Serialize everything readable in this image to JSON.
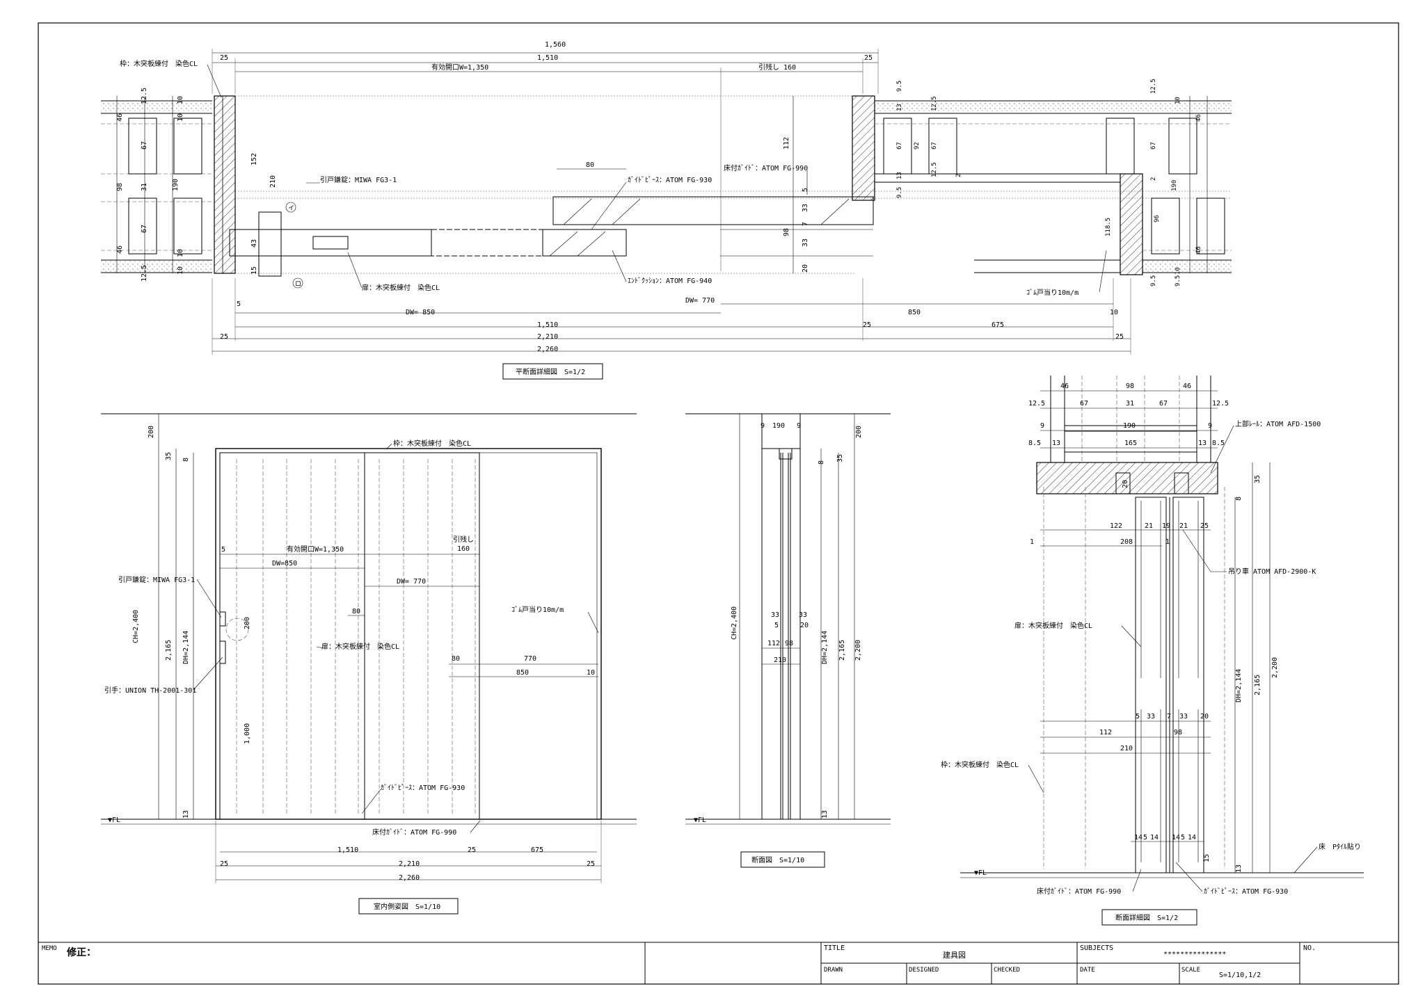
{
  "plan": {
    "title": "平断面詳細図　S=1/2",
    "top_dims": {
      "d1560": "1,560",
      "d1510": "1,510",
      "d25a": "25",
      "d25b": "25",
      "opening": "有効開口W=1,350",
      "pull": "引残し 160"
    },
    "bottom_dims": {
      "dw850": "DW= 850",
      "dw770": "DW= 770",
      "d1510": "1,510",
      "d25": "25",
      "d850": "850",
      "d10": "10",
      "d675": "675",
      "d25b": "25",
      "d25c": "25",
      "d2210": "2,210",
      "d25d": "25",
      "d2260": "2,260",
      "d5": "5"
    },
    "small_dims": {
      "d80": "80",
      "d152": "152",
      "d210": "210",
      "d43": "43",
      "d15": "15",
      "d112": "112",
      "d98": "98",
      "d33": "33",
      "d20": "20",
      "d5": "5",
      "d7": "7",
      "d33b": "33"
    },
    "left_dims": [
      "12.5",
      "46",
      "67",
      "98",
      "31",
      "190",
      "67",
      "46",
      "12.5",
      "10",
      "10",
      "10",
      "10"
    ],
    "right_dims": [
      "9.5",
      "13",
      "12.5",
      "67",
      "92",
      "67",
      "12.5",
      "13",
      "9.5",
      "9.5",
      "12.5",
      "46",
      "67",
      "2",
      "190",
      "96",
      "46",
      "118.5",
      "9.5",
      "10",
      "10",
      "2"
    ],
    "labels": {
      "frame": "枠：木突板練付　染色CL",
      "lock": "引戸鎌錠：MIWA FG3-1",
      "door": "扉：木突板練付　染色CL",
      "guidepiece": "ｶﾞｲﾄﾞﾋﾟｰｽ：ATOM FG-930",
      "floorguide": "床付ｶﾞｲﾄﾞ：ATOM FG-990",
      "endcushion": "ｴﾝﾄﾞｸｯｼｮﾝ：ATOM FG-940",
      "rubber": "ｺﾞﾑ戸当り10m/m",
      "circ_i": "イ",
      "circ_ro": "ロ"
    }
  },
  "elevation": {
    "title": "室内側姿図　S=1/10",
    "labels": {
      "frame": "枠：木突板練付　染色CL",
      "opening": "有効開口W=1,350",
      "pull1": "引残し",
      "pull2": "160",
      "dw850": "DW=850",
      "dw770": "DW= 770",
      "d5": "5",
      "d80": "80",
      "d80b": "80",
      "lock": "引戸鎌錠：MIWA FG3-1",
      "handle": "引手：UNION TH-2001-301",
      "door": "扉：木突板練付　染色CL",
      "rubber": "ｺﾞﾑ戸当り10m/m",
      "d770": "770",
      "d850": "850",
      "d10": "10",
      "d200": "200",
      "d1000": "1,000",
      "guidepiece": "ｶﾞｲﾄﾞﾋﾟｰｽ：ATOM FG-930",
      "floorguide": "床付ｶﾞｲﾄﾞ：ATOM FG-990",
      "fl": "▼FL"
    },
    "vert": {
      "d200": "200",
      "d35": "35",
      "d8": "8",
      "ch": "CH=2,400",
      "d2165": "2,165",
      "dh": "DH=2,144",
      "d13": "13"
    },
    "bottom": {
      "d1510": "1,510",
      "d25": "25",
      "d675": "675",
      "d25a": "25",
      "d2210": "2,210",
      "d25b": "25",
      "d2260": "2,260"
    }
  },
  "section": {
    "title": "断面図　S=1/10",
    "top": {
      "d9a": "9",
      "d190": "190",
      "d9b": "9",
      "d200": "200",
      "d35": "35"
    },
    "mid": {
      "d33a": "33",
      "d33b": "33",
      "d5": "5",
      "d20": "20",
      "d112": "112",
      "d98": "98",
      "d210": "210"
    },
    "vert": {
      "ch": "CH=2,400",
      "dh": "DH=2,144",
      "d2165": "2,165",
      "d2200": "2,200",
      "d8": "8",
      "d13": "13"
    },
    "fl": "▼FL"
  },
  "detail": {
    "title": "断面詳細図　S=1/2",
    "top": {
      "d46a": "46",
      "d98": "98",
      "d46b": "46",
      "d125a": "12.5",
      "d67a": "67",
      "d31": "31",
      "d67b": "67",
      "d125b": "12.5",
      "d9a": "9",
      "d190": "190",
      "d9b": "9",
      "d85a": "8.5",
      "d13a": "13",
      "d165": "165",
      "d13b": "13",
      "d85b": "8.5"
    },
    "mid": {
      "d122": "122",
      "d21a": "21",
      "d19": "19",
      "d21b": "21",
      "d25": "25",
      "d208": "208",
      "d1": "1",
      "d1b": "1",
      "d20": "20",
      "d35": "35",
      "d8": "8"
    },
    "low": {
      "d5": "5",
      "d33a": "33",
      "d7": "7",
      "d33b": "33",
      "d20": "20",
      "d112": "112",
      "d98": "98",
      "d210": "210",
      "d14a": "14",
      "d5a": "5",
      "d14b": "14",
      "d14c": "14",
      "d5b": "5",
      "d14d": "14",
      "d15": "15",
      "d13": "13"
    },
    "vert": {
      "dh": "DH=2,144",
      "d2165": "2,165",
      "d2200": "2,200"
    },
    "labels": {
      "toprail": "上部ﾚｰﾙ：ATOM AFD-1500",
      "hanger": "吊り車 ATOM AFD-2900-K",
      "door": "扉：木突板練付　染色CL",
      "frame": "枠：木突板練付　染色CL",
      "floor": "床　Pﾀｲﾙ貼り",
      "floorguide": "床付ｶﾞｲﾄﾞ：ATOM FG-990",
      "guidepiece": "ｶﾞｲﾄﾞﾋﾟｰｽ：ATOM FG-930",
      "fl": "▼FL"
    }
  },
  "titleblock": {
    "memo_label": "MEMO",
    "memo_text": "修正：",
    "title_label": "TITLE",
    "title_value": "建具図",
    "subjects_label": "SUBJECTS",
    "subjects_value": "***************",
    "no_label": "NO.",
    "drawn_label": "DRAWN",
    "designed_label": "DESIGNED",
    "checked_label": "CHECKED",
    "date_label": "DATE",
    "scale_label": "SCALE",
    "scale_value": "S=1/10,1/2"
  }
}
